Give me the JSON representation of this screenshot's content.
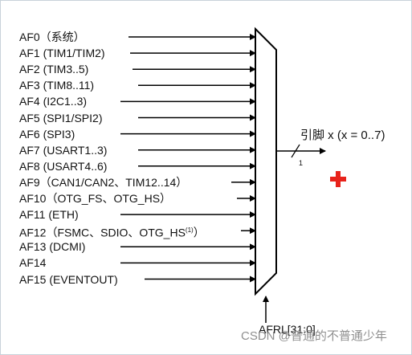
{
  "inputs": [
    {
      "text": "AF0（系统）"
    },
    {
      "text": "AF1 (TIM1/TIM2)"
    },
    {
      "text": "AF2 (TIM3..5)"
    },
    {
      "text": "AF3 (TIM8..11)"
    },
    {
      "text": "AF4 (I2C1..3)"
    },
    {
      "text": "AF5 (SPI1/SPI2)"
    },
    {
      "text": "AF6 (SPI3)"
    },
    {
      "text": "AF7 (USART1..3)"
    },
    {
      "text": "AF8 (USART4..6)"
    },
    {
      "text": "AF9（CAN1/CAN2、TIM12..14）"
    },
    {
      "text": "AF10（OTG_FS、OTG_HS）"
    },
    {
      "text": "AF11 (ETH)"
    },
    {
      "text": "AF12（FSMC、SDIO、OTG_HS",
      "sup": "(1)",
      "after": "）"
    },
    {
      "text": "AF13 (DCMI)"
    },
    {
      "text": "AF14"
    },
    {
      "text": "AF15 (EVENTOUT)"
    }
  ],
  "output": {
    "label": "引脚 x (x = 0..7)",
    "bus_width": "1"
  },
  "select": {
    "label": "AFRL[31:0]"
  },
  "watermark": "CSDN @普通的不普通少年",
  "colors": {
    "cross": "#e8231b"
  },
  "icons": {
    "cross": "red-cross-icon"
  }
}
